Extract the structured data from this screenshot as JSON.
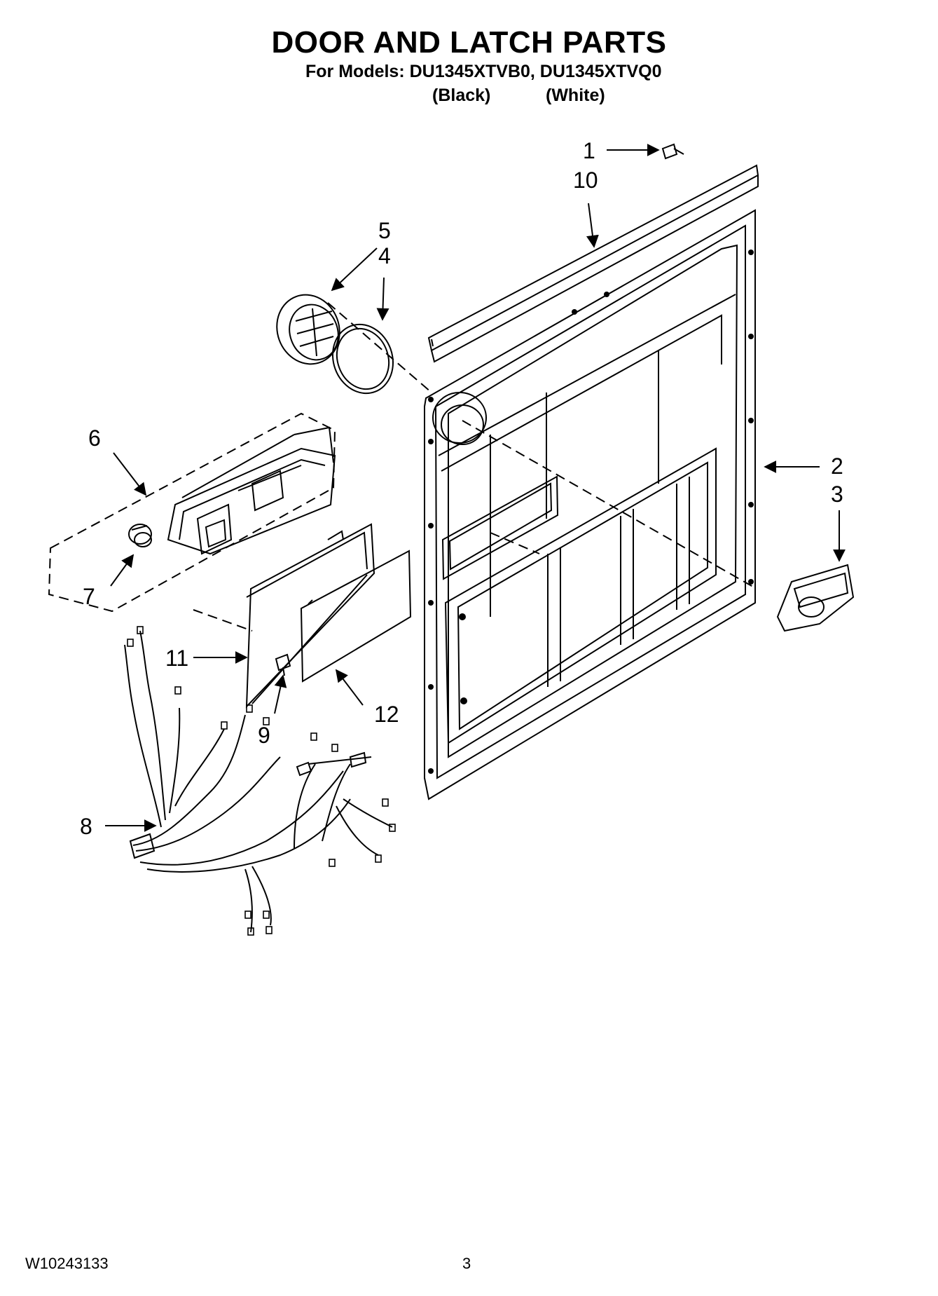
{
  "header": {
    "title": "DOOR AND LATCH PARTS",
    "models_line": "For Models: DU1345XTVB0, DU1345XTVQ0",
    "variant_black": "(Black)",
    "variant_white": "(White)"
  },
  "callouts": {
    "c1": "1",
    "c2": "2",
    "c3": "3",
    "c4": "4",
    "c5": "5",
    "c6": "6",
    "c7": "7",
    "c8": "8",
    "c9": "9",
    "c10": "10",
    "c11": "11",
    "c12": "12"
  },
  "footer": {
    "doc_number": "W10243133",
    "page_number": "3"
  }
}
